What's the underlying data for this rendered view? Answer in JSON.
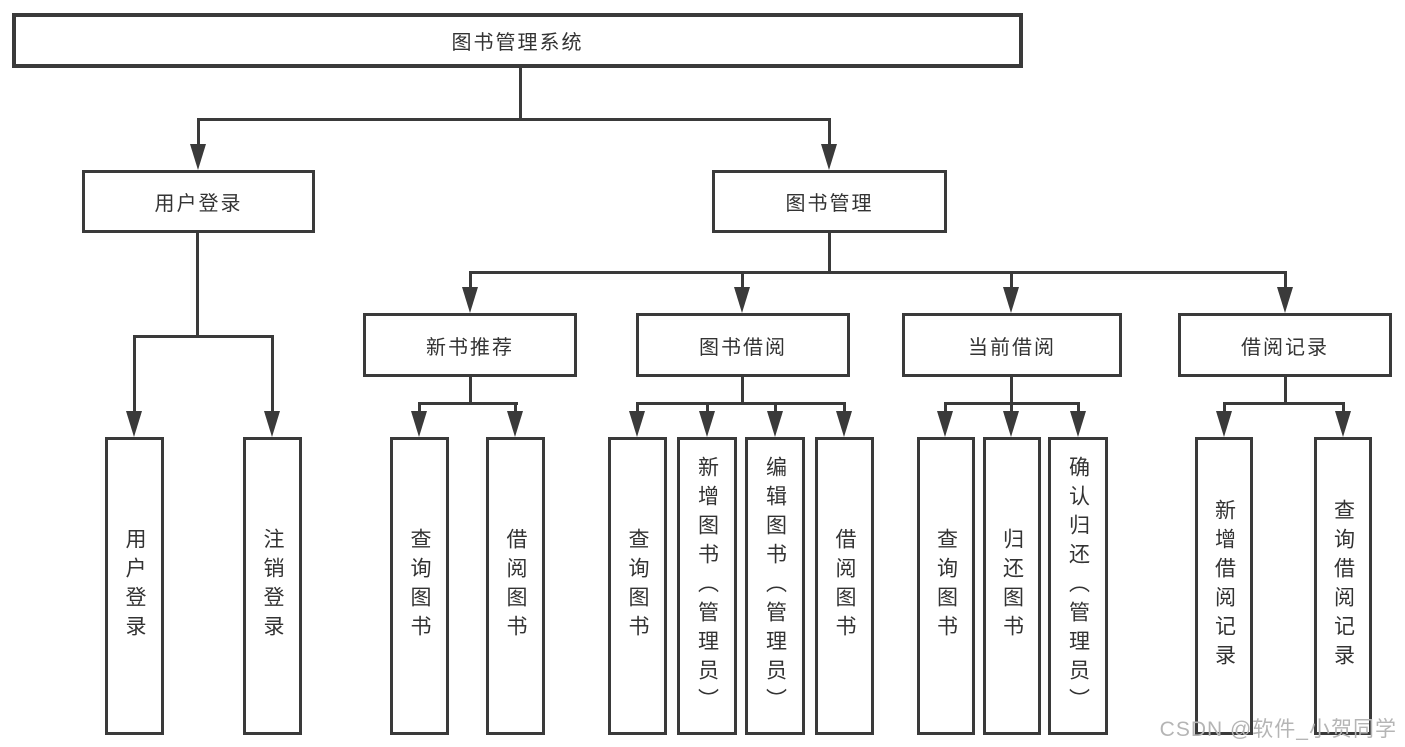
{
  "diagram": {
    "type": "org-chart",
    "root": {
      "label": "图书管理系统",
      "children": [
        {
          "label": "用户登录",
          "children": [
            {
              "label": "用户登录"
            },
            {
              "label": "注销登录"
            }
          ]
        },
        {
          "label": "图书管理",
          "children": [
            {
              "label": "新书推荐",
              "children": [
                {
                  "label": "查询图书"
                },
                {
                  "label": "借阅图书"
                }
              ]
            },
            {
              "label": "图书借阅",
              "children": [
                {
                  "label": "查询图书"
                },
                {
                  "label": "新增图书（管理员）"
                },
                {
                  "label": "编辑图书（管理员）"
                },
                {
                  "label": "借阅图书"
                }
              ]
            },
            {
              "label": "当前借阅",
              "children": [
                {
                  "label": "查询图书"
                },
                {
                  "label": "归还图书"
                },
                {
                  "label": "确认归还（管理员）"
                }
              ]
            },
            {
              "label": "借阅记录",
              "children": [
                {
                  "label": "新增借阅记录"
                },
                {
                  "label": "查询借阅记录"
                }
              ]
            }
          ]
        }
      ]
    }
  },
  "watermark": {
    "text": "CSDN @软件_小贺同学"
  },
  "colors": {
    "line": "#3a3a3a",
    "text": "#333333",
    "watermark": "#b5b5b5",
    "background": "#ffffff"
  }
}
